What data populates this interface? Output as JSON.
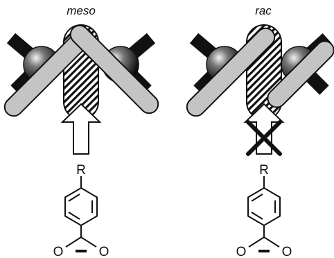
{
  "panels": {
    "meso": {
      "title": "meso",
      "substituent": "R",
      "oxygen_left": "O",
      "oxygen_right": "O",
      "approach": "allowed"
    },
    "rac": {
      "title": "rac",
      "substituent": "R",
      "oxygen_left": "O",
      "oxygen_right": "O",
      "approach": "blocked"
    }
  },
  "colors": {
    "ink": "#111111",
    "ligand_gray": "#c4c4c4",
    "hatch": "#111111",
    "background": "#ffffff"
  },
  "icons": {
    "metal_sphere": "dark-sphere",
    "approach_arrow": "hollow-up-arrow",
    "block_mark": "x-cross"
  }
}
